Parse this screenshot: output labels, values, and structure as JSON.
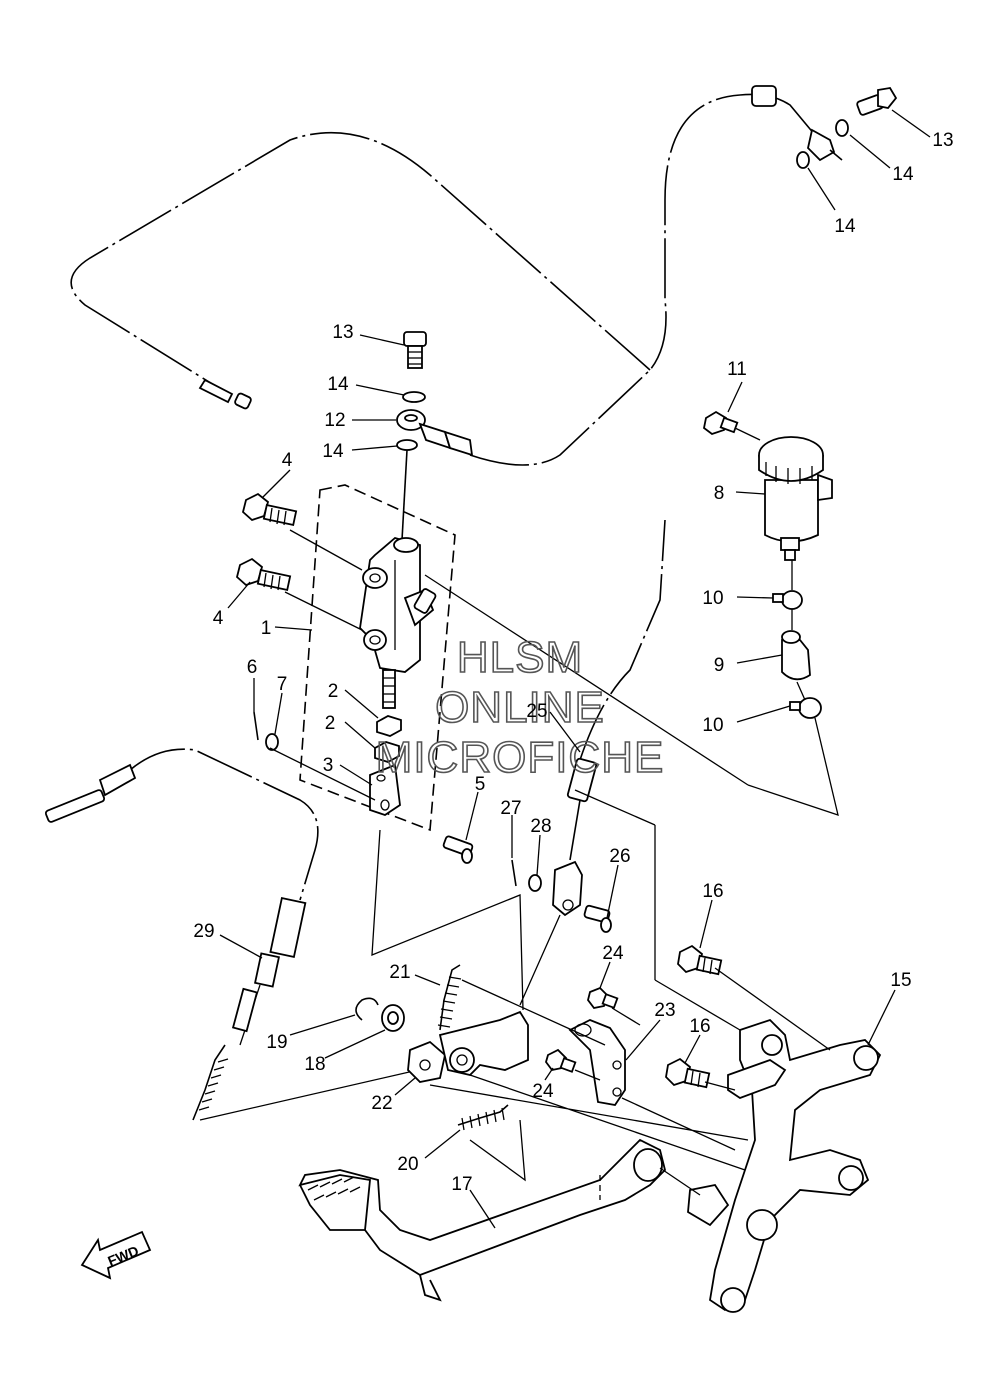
{
  "watermark": {
    "line1": "HLSM",
    "line2": "ONLINE",
    "line3": "MICROFICHE"
  },
  "direction_label": "FWD",
  "callouts": [
    {
      "id": "c-13a",
      "text": "13"
    },
    {
      "id": "c-14a",
      "text": "14"
    },
    {
      "id": "c-14b",
      "text": "14"
    },
    {
      "id": "c-13b",
      "text": "13"
    },
    {
      "id": "c-14c",
      "text": "14"
    },
    {
      "id": "c-12",
      "text": "12"
    },
    {
      "id": "c-14d",
      "text": "14"
    },
    {
      "id": "c-11",
      "text": "11"
    },
    {
      "id": "c-8",
      "text": "8"
    },
    {
      "id": "c-4a",
      "text": "4"
    },
    {
      "id": "c-4b",
      "text": "4"
    },
    {
      "id": "c-1",
      "text": "1"
    },
    {
      "id": "c-10a",
      "text": "10"
    },
    {
      "id": "c-9",
      "text": "9"
    },
    {
      "id": "c-10b",
      "text": "10"
    },
    {
      "id": "c-6",
      "text": "6"
    },
    {
      "id": "c-7",
      "text": "7"
    },
    {
      "id": "c-2a",
      "text": "2"
    },
    {
      "id": "c-2b",
      "text": "2"
    },
    {
      "id": "c-25",
      "text": "25"
    },
    {
      "id": "c-3",
      "text": "3"
    },
    {
      "id": "c-5",
      "text": "5"
    },
    {
      "id": "c-27",
      "text": "27"
    },
    {
      "id": "c-28",
      "text": "28"
    },
    {
      "id": "c-26",
      "text": "26"
    },
    {
      "id": "c-16a",
      "text": "16"
    },
    {
      "id": "c-29",
      "text": "29"
    },
    {
      "id": "c-24a",
      "text": "24"
    },
    {
      "id": "c-15",
      "text": "15"
    },
    {
      "id": "c-21",
      "text": "21"
    },
    {
      "id": "c-23",
      "text": "23"
    },
    {
      "id": "c-16b",
      "text": "16"
    },
    {
      "id": "c-19",
      "text": "19"
    },
    {
      "id": "c-18",
      "text": "18"
    },
    {
      "id": "c-24b",
      "text": "24"
    },
    {
      "id": "c-22",
      "text": "22"
    },
    {
      "id": "c-20",
      "text": "20"
    },
    {
      "id": "c-17",
      "text": "17"
    }
  ]
}
